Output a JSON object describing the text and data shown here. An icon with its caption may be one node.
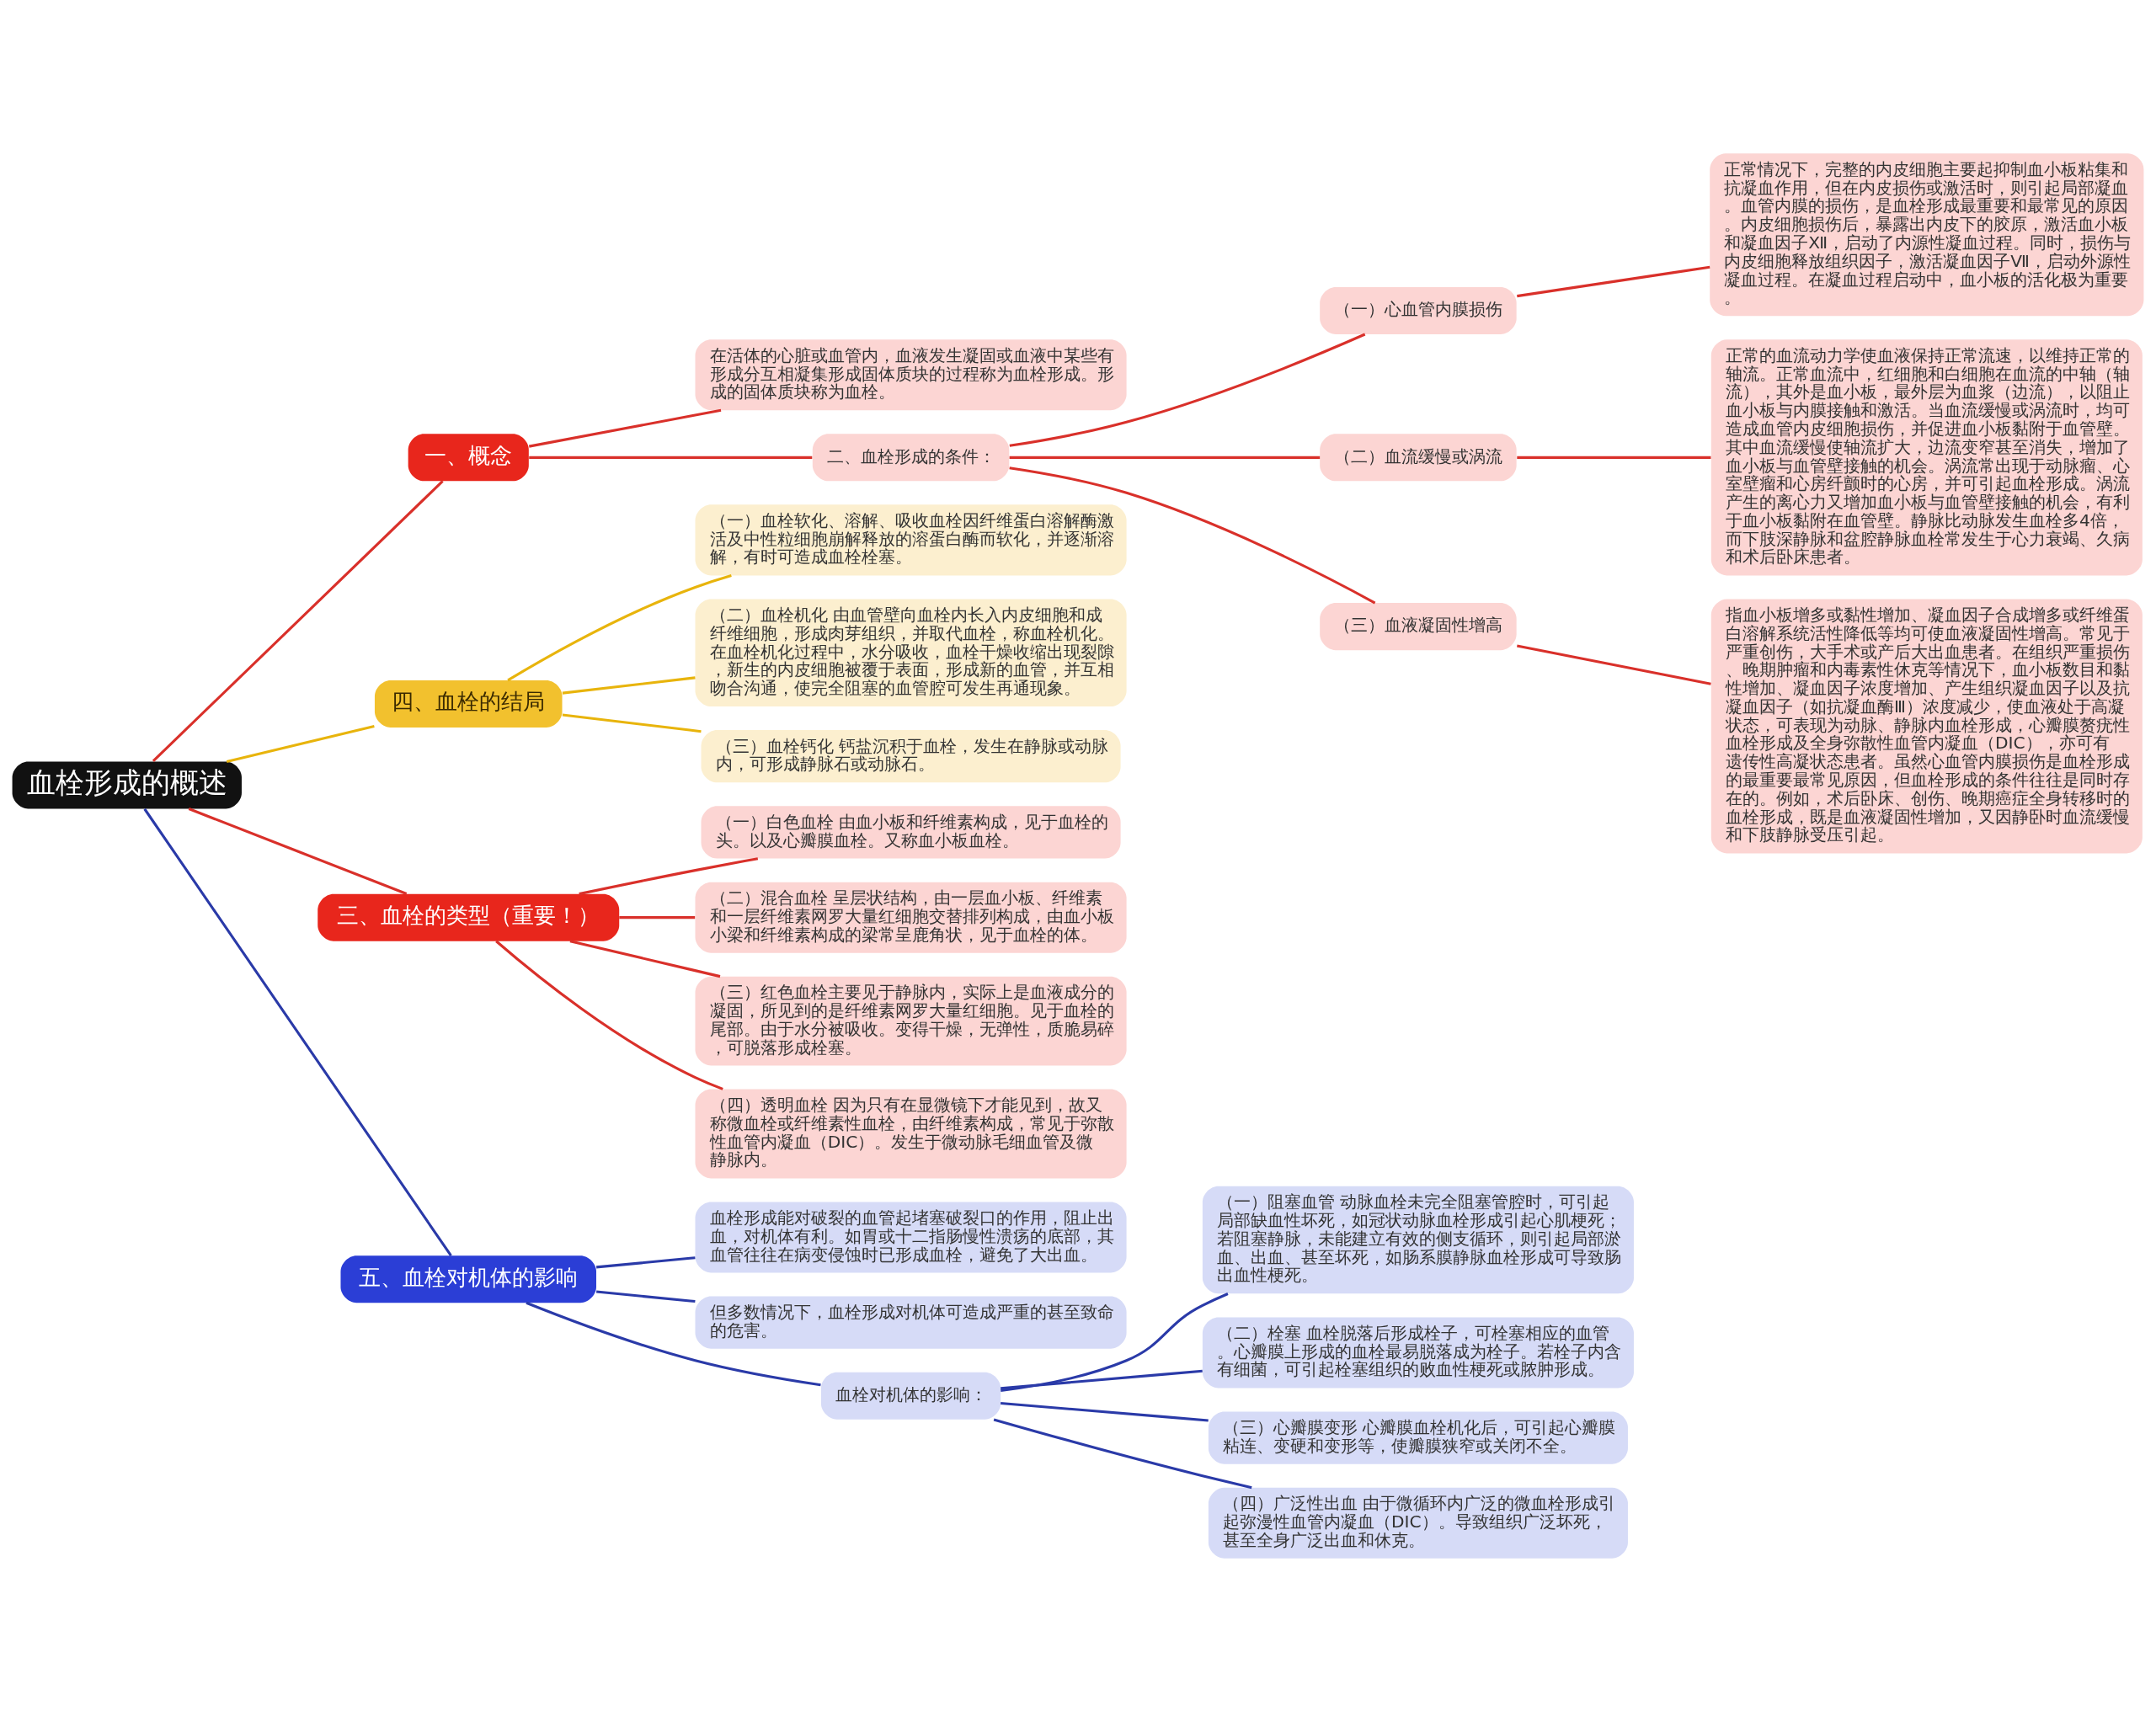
{
  "diagram": {
    "nodes": [
      {
        "text": [
          "血栓形成的概述"
        ]
      },
      {
        "text": [
          "一、概念"
        ]
      },
      {
        "text": [
          "在活体的心脏或血管内，血液发生凝固或血液中某些有形成分互相凝集形成固体质块的过程称为血栓形成。形成的固体质块称为血栓。"
        ]
      },
      {
        "text": [
          "二、血栓形成的条件："
        ]
      },
      {
        "text": [
          "（一）心血管内膜损伤"
        ]
      },
      {
        "text": [
          "正常情况下，完整的内皮细胞主要起抑制血小板粘集和抗凝血作用，但在内皮损伤或激活时，则引起局部凝血。血管内膜的损伤，是血栓形成最重要和最常见的原因。内皮细胞损伤后，暴露出内皮下的胶原，激活血小板和凝血因子Ⅻ，启动了内源性凝血过程。同时，损伤与内皮细胞释放组织因子，激活凝血因子Ⅶ，启动外源性凝血过程。在凝血过程启动中，血小板的活化极为重要。"
        ]
      },
      {
        "text": [
          "（二）血流缓慢或涡流"
        ]
      },
      {
        "text": [
          "正常的血流动力学使血液保持正常流速，以维持正常的轴流。正常血流中，红细胞和白细胞在血流的中轴（轴流），其外是血小板，最外层为血浆（边流），以阻止血小板与内膜接触和激活。当血流缓慢或涡流时，均可造成血管内皮细胞损伤，并促进血小板黏附于血管壁。其中血流缓慢使轴流扩大，边流变窄甚至消失，增加了血小板与血管壁接触的机会。涡流常出现于动脉瘤、心室壁瘤和心房纤颤时的心房，并可引起血栓形成。涡流产生的离心力又增加血小板与血管壁接触的机会，有利于血小板黏附在血管壁。静脉比动脉发生血栓多4倍，而下肢深静脉和盆腔静脉血栓常发生于心力衰竭、久病和术后卧床患者。"
        ]
      },
      {
        "text": [
          "（三）血液凝固性增高"
        ]
      },
      {
        "text": [
          "指血小板增多或黏性增加、凝血因子合成增多或纤维蛋白溶解系统活性降低等均可使血液凝固性增高。常见于严重创伤，大手术或产后大出血患者。在组织严重损伤、晚期肿瘤和内毒素性休克等情况下，血小板数目和黏性增加、凝血因子浓度增加、产生组织凝血因子以及抗凝血因子（如抗凝血酶Ⅲ）浓度减少，使血液处于高凝状态，可表现为动脉、静脉内血栓形成，心瓣膜赘疣性血栓形成及全身弥散性血管内凝血（DIC），亦可有遗传性高凝状态患者。虽然心血管内膜损伤是血栓形成的最重要最常见原因，但血栓形成的条件往往是同时存在的。例如，术后卧床、创伤、晚期癌症全身转移时的血栓形成，既是血液凝固性增加，又因静卧时血流缓慢和下肢静脉受压引起。"
        ]
      },
      {
        "text": [
          "四、血栓的结局"
        ]
      },
      {
        "text": [
          "（一）血栓软化、溶解、吸收血栓因纤维蛋白溶解酶激活及中性粒细胞崩解释放的溶蛋白酶而软化，并逐渐溶解，有时可造成血栓栓塞。"
        ]
      },
      {
        "text": [
          "（二）血栓机化 由血管壁向血栓内长入内皮细胞和成纤维细胞，形成肉芽组织，并取代血栓，称血栓机化。在血栓机化过程中，水分吸收，血栓干燥收缩出现裂隙，新生的内皮细胞被覆于表面，形成新的血管，并互相吻合沟通，使完全阻塞的血管腔可发生再通现象。"
        ]
      },
      {
        "text": [
          "（三）血栓钙化 钙盐沉积于血栓，发生在静脉或动脉内，可形成静脉石或动脉石。"
        ]
      },
      {
        "text": [
          "三、血栓的类型（重要！）"
        ]
      },
      {
        "text": [
          "（一）白色血栓 由血小板和纤维素构成，见于血栓的头。以及心瓣膜血栓。又称血小板血栓。"
        ]
      },
      {
        "text": [
          "（二）混合血栓 呈层状结构，由一层血小板、纤维素和一层纤维素网罗大量红细胞交替排列构成，由血小板小梁和纤维素构成的梁常呈鹿角状，见于血栓的体。"
        ]
      },
      {
        "text": [
          "（三）红色血栓主要见于静脉内，实际上是血液成分的凝固，所见到的是纤维素网罗大量红细胞。见于血栓的尾部。由于水分被吸收。变得干燥，无弹性，质脆易碎，可脱落形成栓塞。"
        ]
      },
      {
        "text": [
          "（四）透明血栓 因为只有在显微镜下才能见到，故又称微血栓或纤维素性血栓，由纤维素构成，常见于弥散性血管内凝血（DIC）。发生于微动脉毛细血管及微静脉内。"
        ]
      },
      {
        "text": [
          "五、血栓对机体的影响"
        ]
      },
      {
        "text": [
          "血栓形成能对破裂的血管起堵塞破裂口的作用，阻止出血，对机体有利。如胃或十二指肠慢性溃疡的底部，其血管往往在病变侵蚀时已形成血栓，避免了大出血。"
        ]
      },
      {
        "text": [
          "但多数情况下，血栓形成对机体可造成严重的甚至致命的危害。"
        ]
      },
      {
        "text": [
          "血栓对机体的影响："
        ]
      },
      {
        "text": [
          "（一）阻塞血管 动脉血栓未完全阻塞管腔时，可引起局部缺血性坏死，如冠状动脉血栓形成引起心肌梗死；若阻塞静脉，未能建立有效的侧支循环，则引起局部淤血、出血、甚至坏死，如肠系膜静脉血栓形成可导致肠出血性梗死。"
        ]
      },
      {
        "text": [
          "（二）栓塞 血栓脱落后形成栓子，可栓塞相应的血管。心瓣膜上形成的血栓最易脱落成为栓子。若栓子内含有细菌，可引起栓塞组织的败血性梗死或脓肿形成。"
        ]
      },
      {
        "text": [
          "（三）心瓣膜变形 心瓣膜血栓机化后，可引起心瓣膜粘连、变硬和变形等，使瓣膜狭窄或关闭不全。"
        ]
      },
      {
        "text": [
          "（四）广泛性出血 由于微循环内广泛的微血栓形成引起弥漫性血管内凝血（DIC）。导致组织广泛坏死，甚至全身广泛出血和休克。"
        ]
      }
    ],
    "edges": [
      {
        "from": 0,
        "to": 1,
        "arrow": "none"
      },
      {
        "from": 1,
        "to": 2,
        "arrow": "none"
      },
      {
        "from": 1,
        "to": 3,
        "arrow": "none"
      },
      {
        "from": 3,
        "to": 4,
        "arrow": "none"
      },
      {
        "from": 4,
        "to": 5,
        "arrow": "none"
      },
      {
        "from": 3,
        "to": 6,
        "arrow": "none"
      },
      {
        "from": 6,
        "to": 7,
        "arrow": "none"
      },
      {
        "from": 3,
        "to": 8,
        "arrow": "none"
      },
      {
        "from": 8,
        "to": 9,
        "arrow": "none"
      },
      {
        "from": 0,
        "to": 10,
        "arrow": "none",
        "color": "#e8b40c"
      },
      {
        "from": 10,
        "to": 11,
        "arrow": "none",
        "color": "#e8b40c"
      },
      {
        "from": 10,
        "to": 12,
        "arrow": "none",
        "color": "#e8b40c"
      },
      {
        "from": 10,
        "to": 13,
        "arrow": "none",
        "color": "#e8b40c"
      },
      {
        "from": 0,
        "to": 14,
        "arrow": "none"
      },
      {
        "from": 14,
        "to": 15,
        "arrow": "none"
      },
      {
        "from": 14,
        "to": 16,
        "arrow": "none"
      },
      {
        "from": 14,
        "to": 17,
        "arrow": "none"
      },
      {
        "from": 14,
        "to": 18,
        "arrow": "none"
      },
      {
        "from": 0,
        "to": 19,
        "arrow": "none",
        "color": "#2a3aa8"
      },
      {
        "from": 19,
        "to": 20,
        "arrow": "none",
        "color": "#2a3aa8"
      },
      {
        "from": 19,
        "to": 21,
        "arrow": "none",
        "color": "#2a3aa8"
      },
      {
        "from": 19,
        "to": 22,
        "arrow": "none",
        "color": "#2a3aa8"
      },
      {
        "from": 22,
        "to": 23,
        "arrow": "none",
        "color": "#2a3aa8"
      },
      {
        "from": 22,
        "to": 24,
        "arrow": "none",
        "color": "#2a3aa8"
      },
      {
        "from": 22,
        "to": 25,
        "arrow": "none",
        "color": "#2a3aa8"
      },
      {
        "from": 22,
        "to": 26,
        "arrow": "none",
        "color": "#2a3aa8"
      }
    ]
  }
}
